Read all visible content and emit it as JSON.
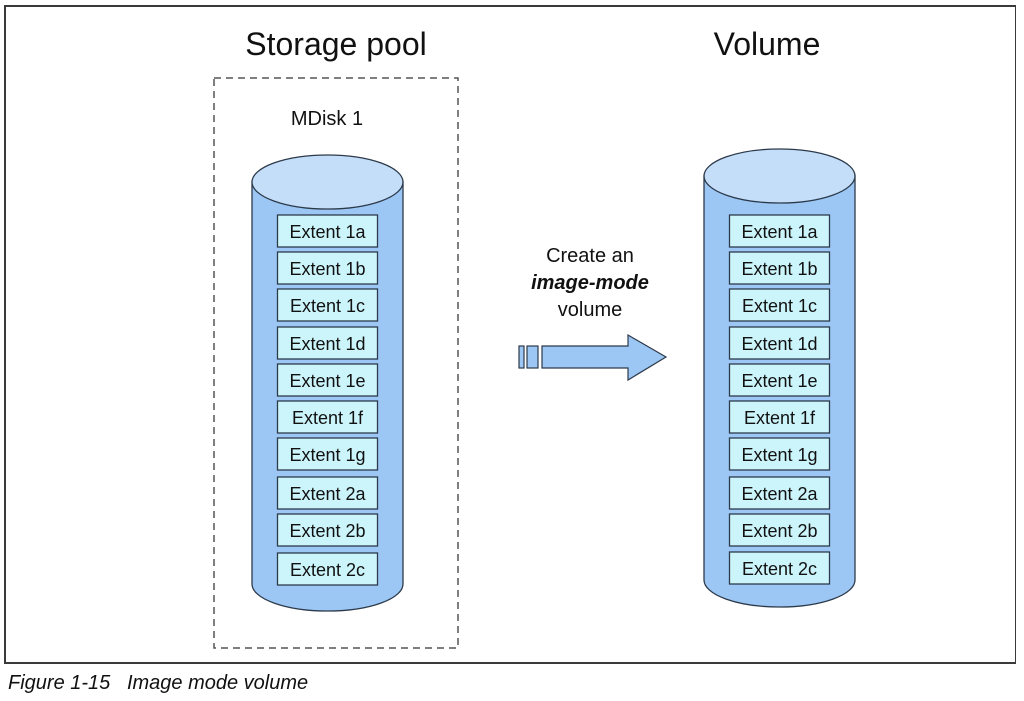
{
  "left_panel": {
    "title": "Storage pool",
    "container_label": "MDisk 1",
    "extents": [
      "Extent 1a",
      "Extent 1b",
      "Extent 1c",
      "Extent 1d",
      "Extent 1e",
      "Extent 1f",
      "Extent 1g",
      "Extent 2a",
      "Extent 2b",
      "Extent 2c"
    ]
  },
  "right_panel": {
    "title": "Volume",
    "extents": [
      "Extent 1a",
      "Extent 1b",
      "Extent 1c",
      "Extent 1d",
      "Extent 1e",
      "Extent 1f",
      "Extent 1g",
      "Extent 2a",
      "Extent 2b",
      "Extent 2c"
    ]
  },
  "arrow": {
    "line1": "Create an",
    "line2": "image-mode",
    "line3": "volume",
    "icon": "right-arrow-icon"
  },
  "caption": {
    "figure": "Figure 1-15",
    "text": "Image mode volume"
  },
  "colors": {
    "cylinder_body": "#9cc7f5",
    "cylinder_top": "#c4defa",
    "extent_fill": "#ccf5fb",
    "stroke": "#2c3a4a"
  }
}
